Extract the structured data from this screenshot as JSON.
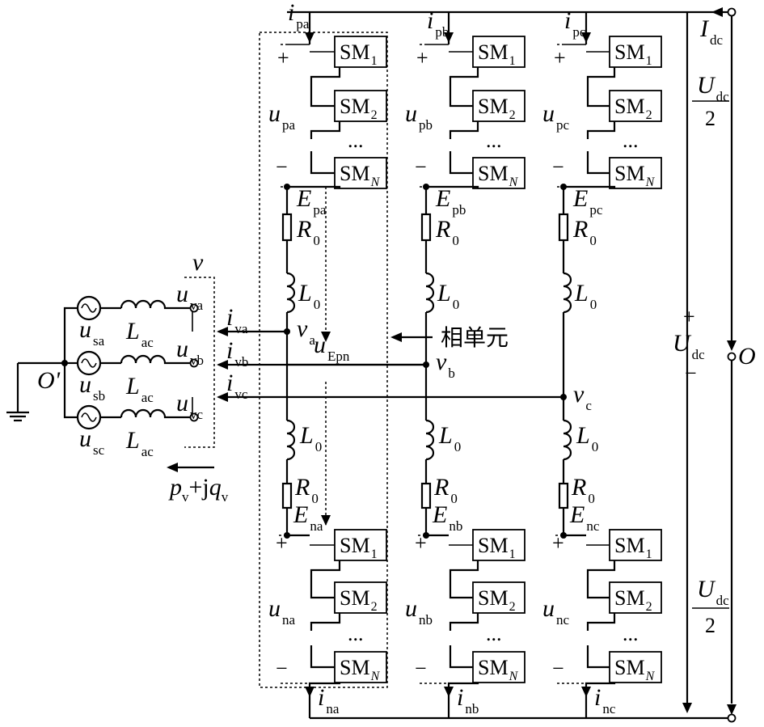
{
  "submodule": {
    "base": "SM",
    "subs": [
      "1",
      "2",
      "N"
    ],
    "ellipsis": "..."
  },
  "phases": [
    {
      "id": "a",
      "i_p": "pa",
      "u_p": "pa",
      "E_p": "pa",
      "E_n": "na",
      "u_n": "na",
      "i_n": "na",
      "v": "a",
      "i_v": "va",
      "u_v": "va"
    },
    {
      "id": "b",
      "i_p": "pb",
      "u_p": "pb",
      "E_p": "pb",
      "E_n": "nb",
      "u_n": "nb",
      "i_n": "nb",
      "v": "b",
      "i_v": "vb",
      "u_v": "vb"
    },
    {
      "id": "c",
      "i_p": "pc",
      "u_p": "pc",
      "E_p": "pc",
      "E_n": "nc",
      "u_n": "nc",
      "i_n": "nc",
      "v": "c",
      "i_v": "vc",
      "u_v": "vc"
    }
  ],
  "labels": {
    "plus": "+",
    "minus": "−",
    "i": "i",
    "u": "u",
    "E": "E",
    "v": "v",
    "L": "L",
    "R": "R",
    "zero": "0",
    "ac": "ac",
    "I": "I",
    "U": "U",
    "dc": "dc",
    "two": "2",
    "O": "O",
    "O_prime": "O'",
    "Epn": "Epn",
    "phase_unit": "相单元",
    "sources": [
      "sa",
      "sb",
      "sc"
    ],
    "power_p": "p",
    "power_v": "v",
    "power_plus_j": "+j",
    "power_q": "q",
    "v_boundary": "v"
  }
}
